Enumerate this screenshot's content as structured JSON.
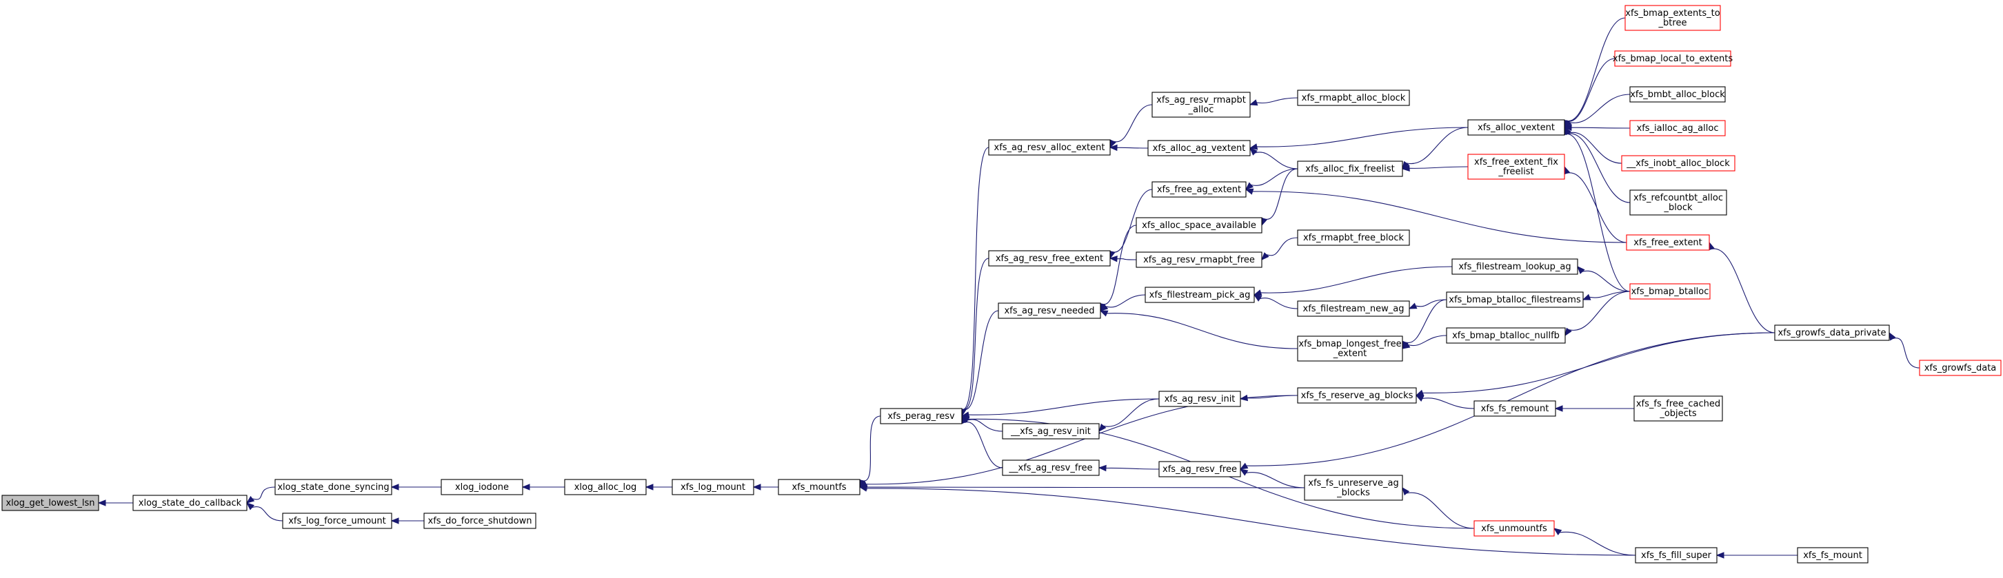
{
  "colors": {
    "edge": "#191970",
    "border_default": "#000000",
    "border_truncated": "#ff0000",
    "root_fill": "#bfbfbf",
    "fill": "#ffffff",
    "text": "#000000"
  },
  "nodes": [
    {
      "id": "n01",
      "lines": [
        "xlog_get_lowest_lsn"
      ],
      "style": "root"
    },
    {
      "id": "n02",
      "lines": [
        "xlog_state_do_callback"
      ],
      "style": "normal"
    },
    {
      "id": "n03",
      "lines": [
        "xlog_state_done_syncing"
      ],
      "style": "normal"
    },
    {
      "id": "n04",
      "lines": [
        "xfs_log_force_umount"
      ],
      "style": "normal"
    },
    {
      "id": "n05",
      "lines": [
        "xlog_iodone"
      ],
      "style": "normal"
    },
    {
      "id": "n06",
      "lines": [
        "xfs_do_force_shutdown"
      ],
      "style": "normal"
    },
    {
      "id": "n07",
      "lines": [
        "xlog_alloc_log"
      ],
      "style": "normal"
    },
    {
      "id": "n08",
      "lines": [
        "xfs_log_mount"
      ],
      "style": "normal"
    },
    {
      "id": "n09",
      "lines": [
        "xfs_mountfs"
      ],
      "style": "normal"
    },
    {
      "id": "n10",
      "lines": [
        "xfs_perag_resv"
      ],
      "style": "normal"
    },
    {
      "id": "n11",
      "lines": [
        "xfs_ag_resv_alloc_extent"
      ],
      "style": "normal"
    },
    {
      "id": "n12",
      "lines": [
        "xfs_ag_resv_free_extent"
      ],
      "style": "normal"
    },
    {
      "id": "n13",
      "lines": [
        "xfs_ag_resv_needed"
      ],
      "style": "normal"
    },
    {
      "id": "n14",
      "lines": [
        "__xfs_ag_resv_init"
      ],
      "style": "normal"
    },
    {
      "id": "n15",
      "lines": [
        "__xfs_ag_resv_free"
      ],
      "style": "normal"
    },
    {
      "id": "n16",
      "lines": [
        "xfs_ag_resv_rmapbt",
        "_alloc"
      ],
      "style": "normal"
    },
    {
      "id": "n17",
      "lines": [
        "xfs_alloc_ag_vextent"
      ],
      "style": "normal"
    },
    {
      "id": "n18",
      "lines": [
        "xfs_free_ag_extent"
      ],
      "style": "normal"
    },
    {
      "id": "n19",
      "lines": [
        "xfs_alloc_space_available"
      ],
      "style": "normal"
    },
    {
      "id": "n20",
      "lines": [
        "xfs_ag_resv_rmapbt_free"
      ],
      "style": "normal"
    },
    {
      "id": "n21",
      "lines": [
        "xfs_filestream_pick_ag"
      ],
      "style": "normal"
    },
    {
      "id": "n22",
      "lines": [
        "xfs_ag_resv_init"
      ],
      "style": "normal"
    },
    {
      "id": "n23",
      "lines": [
        "xfs_ag_resv_free"
      ],
      "style": "normal"
    },
    {
      "id": "n24",
      "lines": [
        "xfs_rmapbt_alloc_block"
      ],
      "style": "normal"
    },
    {
      "id": "n25",
      "lines": [
        "xfs_alloc_fix_freelist"
      ],
      "style": "normal"
    },
    {
      "id": "n26",
      "lines": [
        "xfs_rmapbt_free_block"
      ],
      "style": "normal"
    },
    {
      "id": "n27",
      "lines": [
        "xfs_filestream_new_ag"
      ],
      "style": "normal"
    },
    {
      "id": "n28",
      "lines": [
        "xfs_bmap_longest_free",
        "_extent"
      ],
      "style": "normal"
    },
    {
      "id": "n29",
      "lines": [
        "xfs_fs_reserve_ag_blocks"
      ],
      "style": "normal"
    },
    {
      "id": "n30",
      "lines": [
        "xfs_fs_unreserve_ag",
        "_blocks"
      ],
      "style": "normal"
    },
    {
      "id": "n31",
      "lines": [
        "xfs_alloc_vextent"
      ],
      "style": "normal"
    },
    {
      "id": "n32",
      "lines": [
        "xfs_free_extent_fix",
        "_freelist"
      ],
      "style": "truncated"
    },
    {
      "id": "n33",
      "lines": [
        "xfs_filestream_lookup_ag"
      ],
      "style": "normal"
    },
    {
      "id": "n34",
      "lines": [
        "xfs_bmap_btalloc_filestreams"
      ],
      "style": "normal"
    },
    {
      "id": "n35",
      "lines": [
        "xfs_bmap_btalloc_nullfb"
      ],
      "style": "normal"
    },
    {
      "id": "n36",
      "lines": [
        "xfs_fs_remount"
      ],
      "style": "normal"
    },
    {
      "id": "n37",
      "lines": [
        "xfs_unmountfs"
      ],
      "style": "truncated"
    },
    {
      "id": "n38",
      "lines": [
        "xfs_bmap_extents_to",
        "_btree"
      ],
      "style": "truncated"
    },
    {
      "id": "n39",
      "lines": [
        "xfs_bmap_local_to_extents"
      ],
      "style": "truncated"
    },
    {
      "id": "n40",
      "lines": [
        "xfs_bmbt_alloc_block"
      ],
      "style": "normal"
    },
    {
      "id": "n41",
      "lines": [
        "xfs_ialloc_ag_alloc"
      ],
      "style": "truncated"
    },
    {
      "id": "n42",
      "lines": [
        "__xfs_inobt_alloc_block"
      ],
      "style": "truncated"
    },
    {
      "id": "n43",
      "lines": [
        "xfs_refcountbt_alloc",
        "_block"
      ],
      "style": "normal"
    },
    {
      "id": "n44",
      "lines": [
        "xfs_free_extent"
      ],
      "style": "truncated"
    },
    {
      "id": "n45",
      "lines": [
        "xfs_bmap_btalloc"
      ],
      "style": "truncated"
    },
    {
      "id": "n46",
      "lines": [
        "xfs_fs_free_cached",
        "_objects"
      ],
      "style": "normal"
    },
    {
      "id": "n47",
      "lines": [
        "xfs_fs_fill_super"
      ],
      "style": "normal"
    },
    {
      "id": "n48",
      "lines": [
        "xfs_growfs_data_private"
      ],
      "style": "normal"
    },
    {
      "id": "n49",
      "lines": [
        "xfs_fs_mount"
      ],
      "style": "normal"
    },
    {
      "id": "n50",
      "lines": [
        "xfs_growfs_data"
      ],
      "style": "truncated"
    }
  ],
  "edges": [
    {
      "from": "n02",
      "to": "n01"
    },
    {
      "from": "n03",
      "to": "n02"
    },
    {
      "from": "n04",
      "to": "n02"
    },
    {
      "from": "n05",
      "to": "n03"
    },
    {
      "from": "n06",
      "to": "n04"
    },
    {
      "from": "n07",
      "to": "n05"
    },
    {
      "from": "n08",
      "to": "n07"
    },
    {
      "from": "n09",
      "to": "n08"
    },
    {
      "from": "n10",
      "to": "n09"
    },
    {
      "from": "n29",
      "to": "n09"
    },
    {
      "from": "n30",
      "to": "n09"
    },
    {
      "from": "n47",
      "to": "n09"
    },
    {
      "from": "n11",
      "to": "n10"
    },
    {
      "from": "n12",
      "to": "n10"
    },
    {
      "from": "n13",
      "to": "n10"
    },
    {
      "from": "n14",
      "to": "n10"
    },
    {
      "from": "n15",
      "to": "n10"
    },
    {
      "from": "n22",
      "to": "n10"
    },
    {
      "from": "n37",
      "to": "n10"
    },
    {
      "from": "n16",
      "to": "n11"
    },
    {
      "from": "n17",
      "to": "n11"
    },
    {
      "from": "n18",
      "to": "n12"
    },
    {
      "from": "n20",
      "to": "n12"
    },
    {
      "from": "n19",
      "to": "n13"
    },
    {
      "from": "n21",
      "to": "n13"
    },
    {
      "from": "n28",
      "to": "n13"
    },
    {
      "from": "n22",
      "to": "n14"
    },
    {
      "from": "n23",
      "to": "n15"
    },
    {
      "from": "n24",
      "to": "n16"
    },
    {
      "from": "n31",
      "to": "n17"
    },
    {
      "from": "n25",
      "to": "n17"
    },
    {
      "from": "n25",
      "to": "n18"
    },
    {
      "from": "n44",
      "to": "n18"
    },
    {
      "from": "n25",
      "to": "n19"
    },
    {
      "from": "n26",
      "to": "n20"
    },
    {
      "from": "n33",
      "to": "n21"
    },
    {
      "from": "n27",
      "to": "n21"
    },
    {
      "from": "n29",
      "to": "n22"
    },
    {
      "from": "n30",
      "to": "n23"
    },
    {
      "from": "n48",
      "to": "n23"
    },
    {
      "from": "n31",
      "to": "n25"
    },
    {
      "from": "n32",
      "to": "n25"
    },
    {
      "from": "n34",
      "to": "n27"
    },
    {
      "from": "n34",
      "to": "n28"
    },
    {
      "from": "n35",
      "to": "n28"
    },
    {
      "from": "n36",
      "to": "n29"
    },
    {
      "from": "n48",
      "to": "n29"
    },
    {
      "from": "n37",
      "to": "n30"
    },
    {
      "from": "n38",
      "to": "n31"
    },
    {
      "from": "n39",
      "to": "n31"
    },
    {
      "from": "n40",
      "to": "n31"
    },
    {
      "from": "n41",
      "to": "n31"
    },
    {
      "from": "n42",
      "to": "n31"
    },
    {
      "from": "n43",
      "to": "n31"
    },
    {
      "from": "n45",
      "to": "n31"
    },
    {
      "from": "n44",
      "to": "n32"
    },
    {
      "from": "n45",
      "to": "n33"
    },
    {
      "from": "n45",
      "to": "n34"
    },
    {
      "from": "n45",
      "to": "n35"
    },
    {
      "from": "n46",
      "to": "n36"
    },
    {
      "from": "n47",
      "to": "n37"
    },
    {
      "from": "n48",
      "to": "n44"
    },
    {
      "from": "n49",
      "to": "n47"
    },
    {
      "from": "n50",
      "to": "n48"
    }
  ]
}
